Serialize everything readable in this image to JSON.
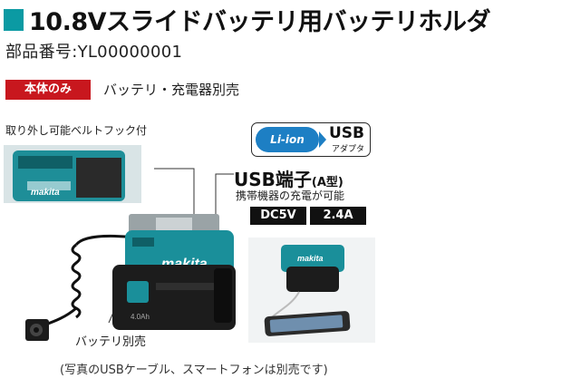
{
  "title": "10.8Vスライドバッテリ用バッテリホルダ",
  "part_number": "部品番号:YL00000001",
  "body_only_badge": "本体のみ",
  "battery_note": "バッテリ・充電器別売",
  "belt_hook_label": "取り外し可能ベルトフック付",
  "usb_badge": {
    "liion": "Li-ion",
    "usb": "USB",
    "adapter": "アダプタ"
  },
  "usb_port": {
    "title": "USB端子",
    "type": "(A型)",
    "description": "携帯機器の充電が可能"
  },
  "specs": {
    "voltage": "DC5V",
    "current": "2.4A"
  },
  "battery_sold_separately": "バッテリ別売",
  "caption": "(写真のUSBケーブル、スマートフォンは別売です)",
  "colors": {
    "accent": "#0b9aa3",
    "badge_red": "#c8171e",
    "liion_blue": "#1d7fc4"
  }
}
